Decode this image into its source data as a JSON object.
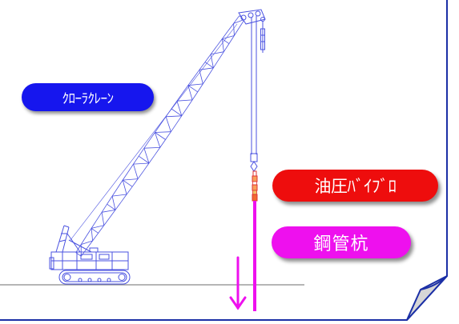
{
  "labels": {
    "crawler_crane": "ｸﾛｰﾗｸﾚｰﾝ",
    "hydraulic_vibro": "油圧ﾊﾞｲﾌﾞﾛ",
    "steel_pipe_pile": "鋼管杭"
  },
  "colors": {
    "frame": "#1b2fa6",
    "crane": "#4a52e0",
    "pile": "#ee10ee",
    "crawler_label_bg": "#1616ee",
    "vibro_label_bg": "#ee0d0d",
    "pile_label_bg": "#ee10ee",
    "curl_fill": "#d6d6d6"
  },
  "icons": {
    "arrow": "down-arrow-icon",
    "page_curl": "page-curl-icon"
  }
}
